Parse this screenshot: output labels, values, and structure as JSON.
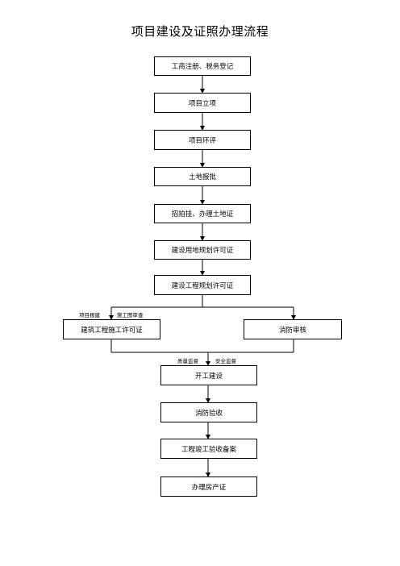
{
  "title": "项目建设及证照办理流程",
  "steps": {
    "s1": "工商注册、税务登记",
    "s2": "项目立项",
    "s3": "项目环评",
    "s4": "土地报批",
    "s5": "招拍挂、办理土地证",
    "s6": "建设用地规划许可证",
    "s7": "建设工程规划许可证",
    "s8a": "建筑工程施工许可证",
    "s8b": "消防审核",
    "s9": "开工建设",
    "s10": "消防验收",
    "s11": "工程竣工验收备案",
    "s12": "办理房产证"
  },
  "labels": {
    "project_report": "项目报建",
    "drawing_review": "施工图审查",
    "quality_supervision": "质量监督",
    "safety_supervision": "安全监督"
  }
}
